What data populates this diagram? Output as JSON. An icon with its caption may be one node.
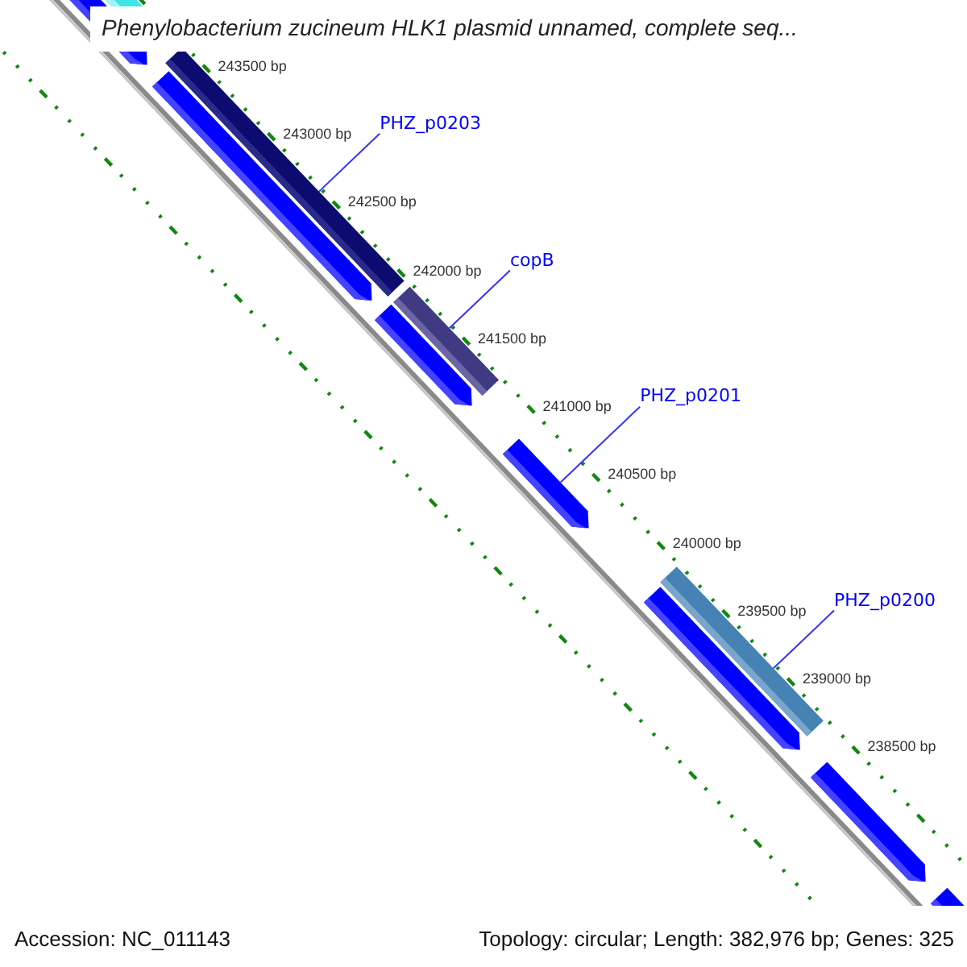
{
  "diagram": {
    "title": "Phenylobacterium zucineum HLK1 plasmid unnamed, complete seq...",
    "nodes": [
      {
        "text": [
          "PHZ_p0203"
        ]
      },
      {
        "text": [],
        "shape": "bar"
      },
      {
        "text": [
          "copB"
        ]
      },
      {
        "text": [],
        "shape": "bar"
      },
      {
        "text": [
          "PHZ_p0201"
        ]
      },
      {
        "text": [],
        "shape": "arrow"
      },
      {
        "text": [
          "PHZ_p0200"
        ]
      },
      {
        "text": [],
        "shape": "bar"
      }
    ],
    "edges": [
      {
        "from": 0,
        "to": 1,
        "arrow": "none"
      },
      {
        "from": 2,
        "to": 3,
        "arrow": "none"
      },
      {
        "from": 4,
        "to": 5,
        "arrow": "none"
      },
      {
        "from": 6,
        "to": 7,
        "arrow": "none"
      }
    ],
    "labels": [
      "243500 bp",
      "243000 bp",
      "242500 bp",
      "242000 bp",
      "241500 bp",
      "241000 bp",
      "240500 bp",
      "240000 bp",
      "239500 bp",
      "239000 bp",
      "238500 bp",
      "Accession: NC_011143",
      "Topology: circular; Length: 382,976 bp; Genes: 325"
    ]
  }
}
